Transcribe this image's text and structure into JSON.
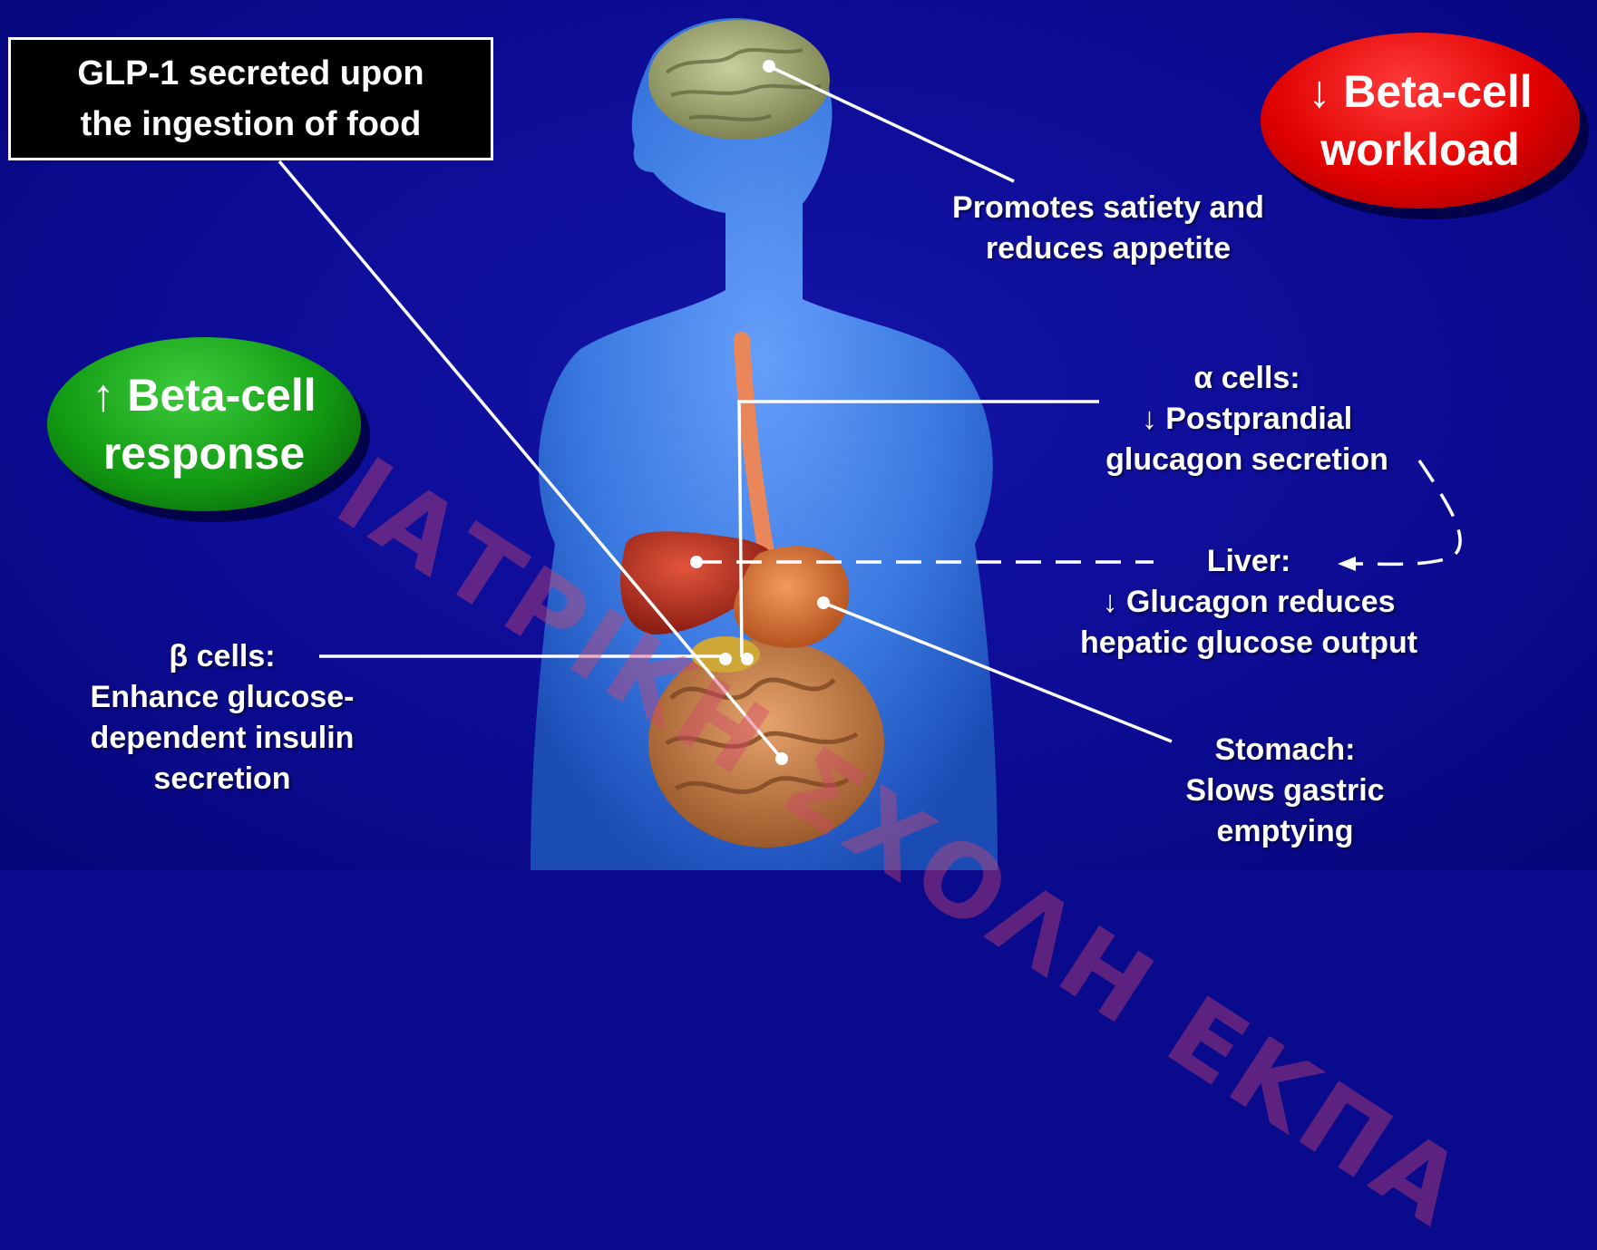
{
  "glp_box": {
    "line1": "GLP-1 secreted upon",
    "line2": "the ingestion of food"
  },
  "beta_workload": {
    "line1": "↓ Beta-cell",
    "line2": "workload",
    "color": "#e00000"
  },
  "beta_response": {
    "line1": "↑ Beta-cell",
    "line2": "response",
    "color": "#129a12"
  },
  "brain_label": {
    "line1": "Promotes satiety and",
    "line2": "reduces appetite"
  },
  "alpha_label": {
    "line1": "α cells:",
    "line2": "↓ Postprandial",
    "line3": "glucagon secretion"
  },
  "liver_label": {
    "line1": "Liver:",
    "line2": "↓ Glucagon reduces",
    "line3": "hepatic glucose output"
  },
  "stomach_label": {
    "line1": "Stomach:",
    "line2": "Slows gastric",
    "line3": "emptying"
  },
  "beta_label": {
    "line1": "β cells:",
    "line2": "Enhance glucose-",
    "line3": "dependent insulin",
    "line4": "secretion"
  },
  "watermark": {
    "text": "ΙΑΤΡΙΚΗ ΣΧΟΛΗ ΕΚΠΑ"
  },
  "colors": {
    "background": "#0c0c95",
    "body": "#3f7fe0",
    "connector": "#ffffff"
  }
}
